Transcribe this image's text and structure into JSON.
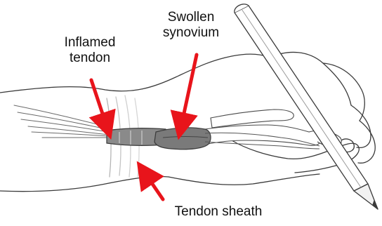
{
  "labels": {
    "inflamed_tendon": {
      "line1": "Inflamed",
      "line2": "tendon"
    },
    "swollen_synovium": {
      "line1": "Swollen",
      "line2": "synovium"
    },
    "tendon_sheath": "Tendon sheath"
  },
  "colors": {
    "arrow": "#e8141b",
    "outline": "#3a3a3a",
    "tendon_fill": "#8a8a8a",
    "skin": "#ffffff"
  },
  "icons": {
    "hand": "hand-holding-pencil-illustration",
    "pencil": "pencil-icon"
  }
}
